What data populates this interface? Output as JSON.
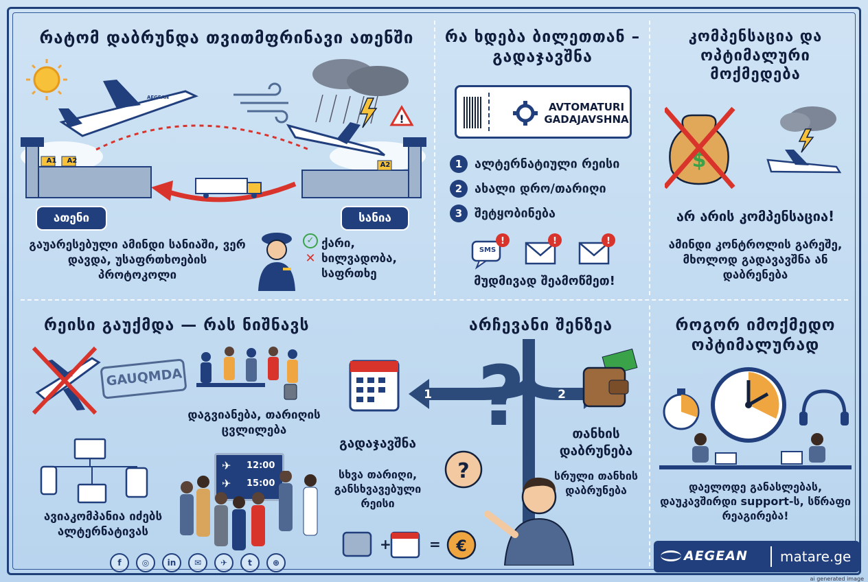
{
  "panel1": {
    "title": "რატომ დაბრუნდა თვითმფრინავი ათენში",
    "badge_left": "ათენი",
    "badge_right": "სანია",
    "gate_a1": "A1",
    "gate_a2": "A2",
    "gate_a2_right": "A2",
    "plane_livery": "AEGEAN",
    "reason": "გაუარესებული ამინდი სანიაში, ვერ დავდა, უსაფრთხოების პროტოკოლი",
    "factors": "ქარი, ხილვადობა, საფრთხე"
  },
  "panel2": {
    "title": "რა ხდება ბილეთთან – გადაჯავშნა",
    "ticket_text": "AVTOMATURI GADAJAVSHNA",
    "steps": [
      {
        "num": "1",
        "label": "ალტერნატიული რეისი"
      },
      {
        "num": "2",
        "label": "ახალი დრო/თარიღი"
      },
      {
        "num": "3",
        "label": "შეტყობინება"
      }
    ],
    "sms_label": "SMS",
    "note": "მუდმივად შეამოწმეთ!"
  },
  "panel3": {
    "title": "კომპენსაცია და ოპტიმალური მოქმედება",
    "headline": "არ არის კომპენსაცია!",
    "note": "ამინდი კონტროლის გარეშე, მხოლოდ გადავავშნა ან დაბრენება"
  },
  "panel4": {
    "title": "რეისი გაუქმდა — რას ნიშნავს",
    "stamp": "GAUQMDA",
    "delay_text": "დაგვიანება, თარიღის ცვლილება",
    "alt_text": "ავიაკომპანია იძებს ალტერნატივას",
    "board_time_1": "12:00",
    "board_time_2": "15:00"
  },
  "panel5": {
    "title": "არჩევანი შენზეა",
    "option1_num": "1",
    "option2_num": "2",
    "option1_title": "გადაჯავშნა",
    "option1_desc": "სხვა თარიღი, განსხვავებული რეისი",
    "option2_title": "თანხის დაბრუნება",
    "option2_desc": "სრული თანხის დაბრუნება"
  },
  "panel6": {
    "title": "როგორ იმოქმედო ოპტიმალურად",
    "note": "დაელოდე განასლებას, დაუკავშირდი support-ს, სწრაფი რეაგირება!"
  },
  "footer": {
    "brand": "AEGEAN",
    "site": "matare.ge",
    "ai_note": "ai generated image"
  },
  "social_icons": [
    "f",
    "◎",
    "in",
    "✉",
    "✈",
    "t",
    "⊕"
  ],
  "colors": {
    "navy": "#213f7c",
    "red": "#d9342b",
    "orange": "#f0a640",
    "green": "#3aa34a"
  }
}
